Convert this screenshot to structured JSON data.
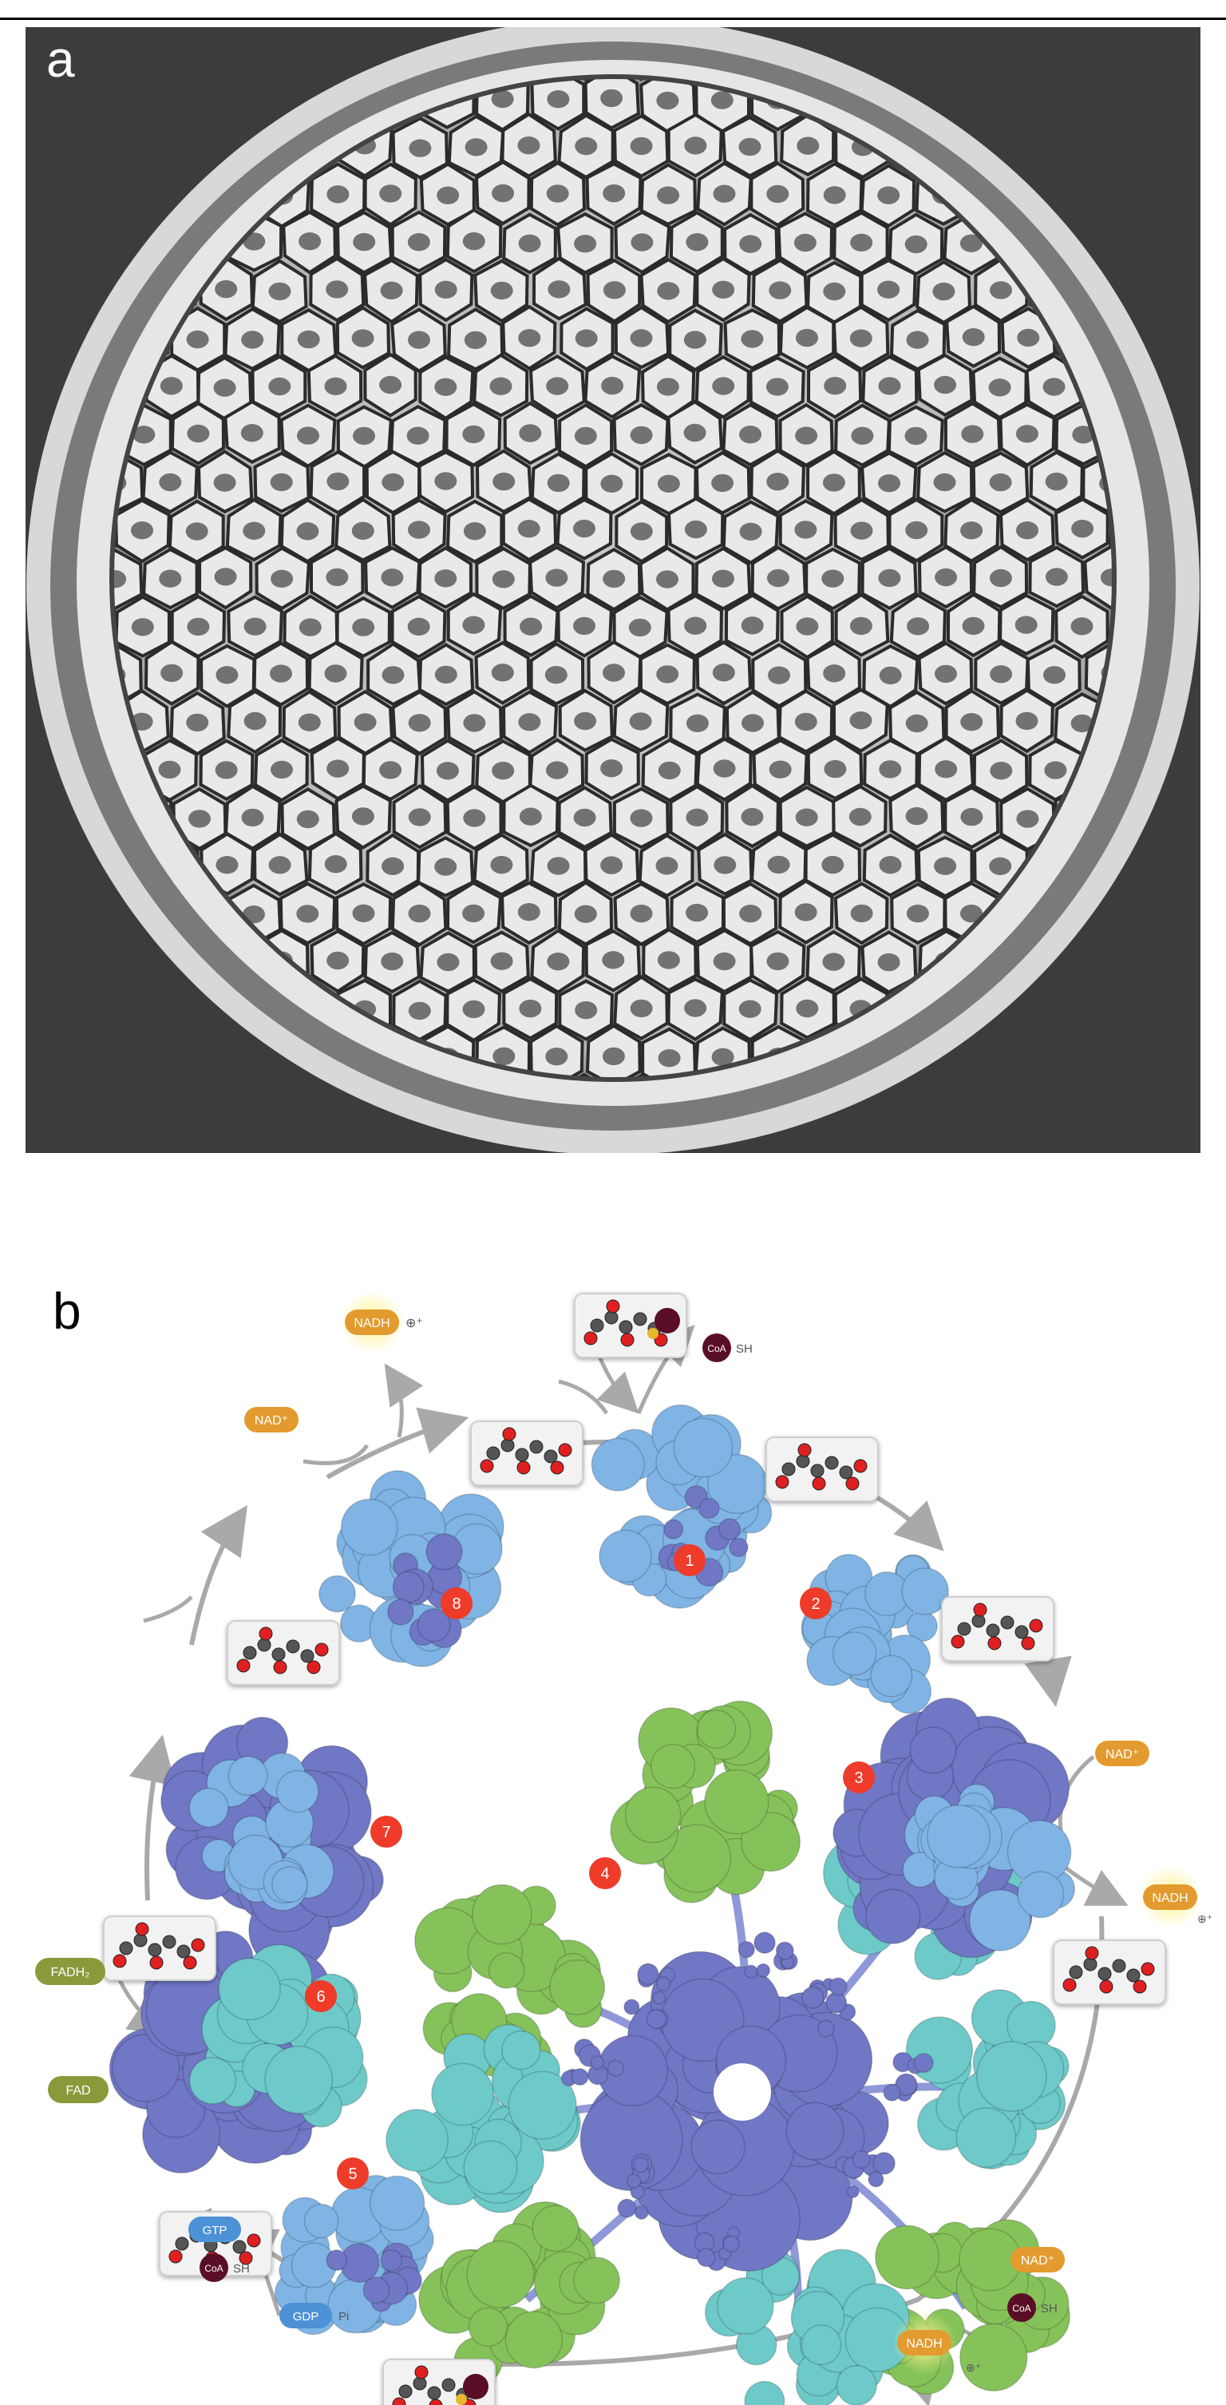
{
  "panels": {
    "a": {
      "label": "a"
    },
    "b": {
      "label": "b"
    }
  },
  "diagram": {
    "enzyme_numbers": [
      "1",
      "2",
      "3",
      "4",
      "5",
      "6",
      "7",
      "8"
    ],
    "cofactors": {
      "coa": "CoA",
      "sh": "SH",
      "nad_plus": "NAD⁺",
      "nadh": "NADH",
      "fad": "FAD",
      "fadh2": "FADH₂",
      "gtp": "GTP",
      "gdp": "GDP",
      "pi": "Pi",
      "h_plus": "⊕⁺"
    }
  },
  "colors": {
    "enzyme_blue": "#7fb4e4",
    "enzyme_purple": "#7077c4",
    "enzyme_green": "#86c25a",
    "enzyme_teal": "#6ec9c9",
    "step_red": "#ee3b2a",
    "nad_orange": "#e39a2e",
    "fad_olive": "#8a9a3b",
    "gtp_blue": "#4d91d6",
    "coa_maroon": "#5a0e26",
    "arrow_gray": "#a9a9a9"
  }
}
